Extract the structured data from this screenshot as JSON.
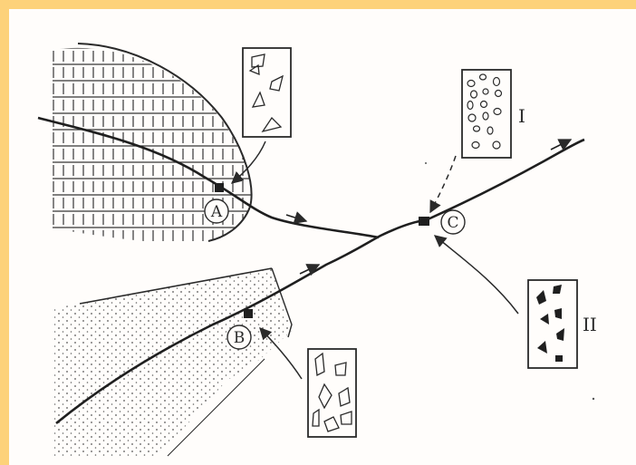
{
  "diagram": {
    "points": [
      {
        "id": "A",
        "label": "A"
      },
      {
        "id": "B",
        "label": "B"
      },
      {
        "id": "C",
        "label": "C"
      }
    ],
    "sample_boxes": [
      {
        "id": "sample-A",
        "shape": "angular-hollow"
      },
      {
        "id": "sample-I",
        "shape": "rounded-hollow",
        "roman": "I"
      },
      {
        "id": "sample-II",
        "shape": "angular-solid",
        "roman": "II"
      },
      {
        "id": "sample-B",
        "shape": "angular-hollow"
      }
    ],
    "colors": {
      "frame": "#fdd27a",
      "paper": "#fffdfb",
      "ink": "#2a2a2a"
    }
  }
}
